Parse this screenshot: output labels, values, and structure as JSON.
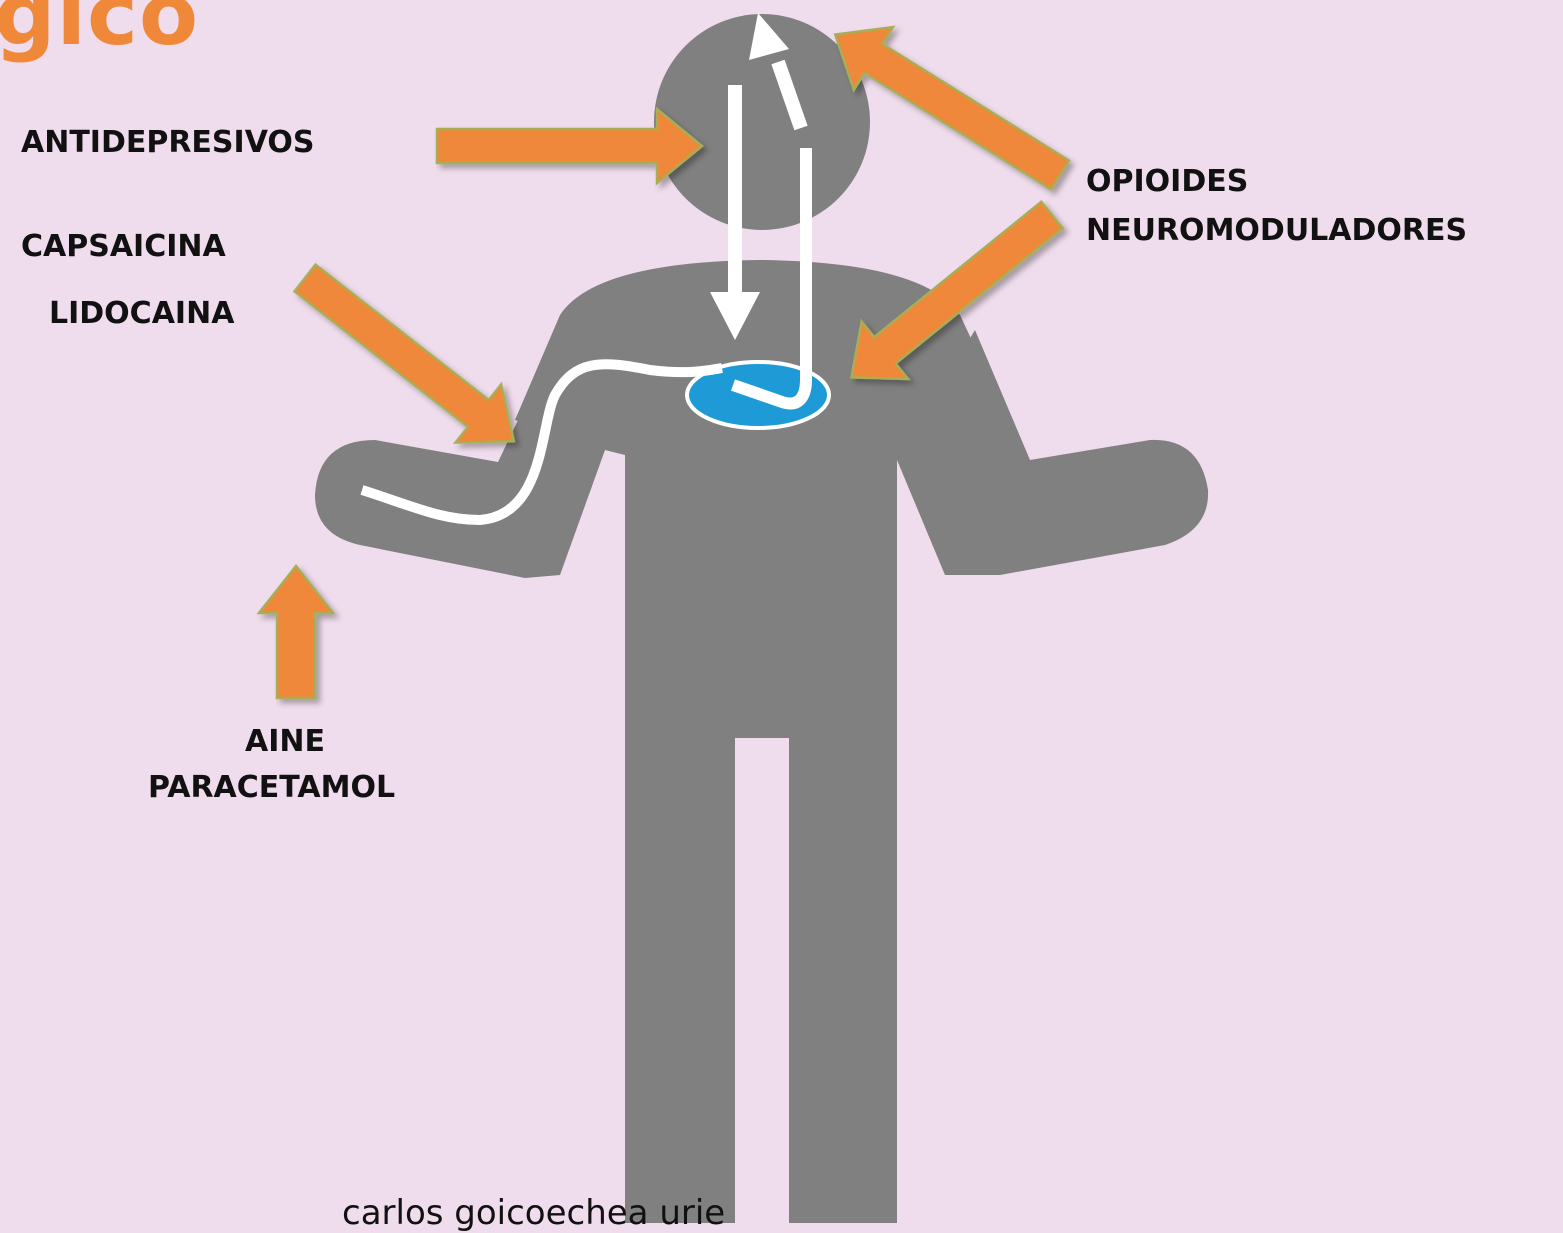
{
  "title": "gico",
  "labels": {
    "antidepresivos": "ANTIDEPRESIVOS",
    "capsaicina": "CAPSAICINA",
    "lidocaina": "LIDOCAINA",
    "opioides": "OPIOIDES",
    "neuromoduladores": "NEUROMODULADORES",
    "aine": "AINE",
    "paracetamol": "PARACETAMOL"
  },
  "footer": "carlos goicoechea urie",
  "colors": {
    "background": "#efdcec",
    "figure": "#808080",
    "arrow_fill": "#f0883a",
    "arrow_stroke": "#a9ad55",
    "pathway": "#ffffff",
    "spinal_cord_spot": "#1e9bd6",
    "title": "#f0883a"
  }
}
